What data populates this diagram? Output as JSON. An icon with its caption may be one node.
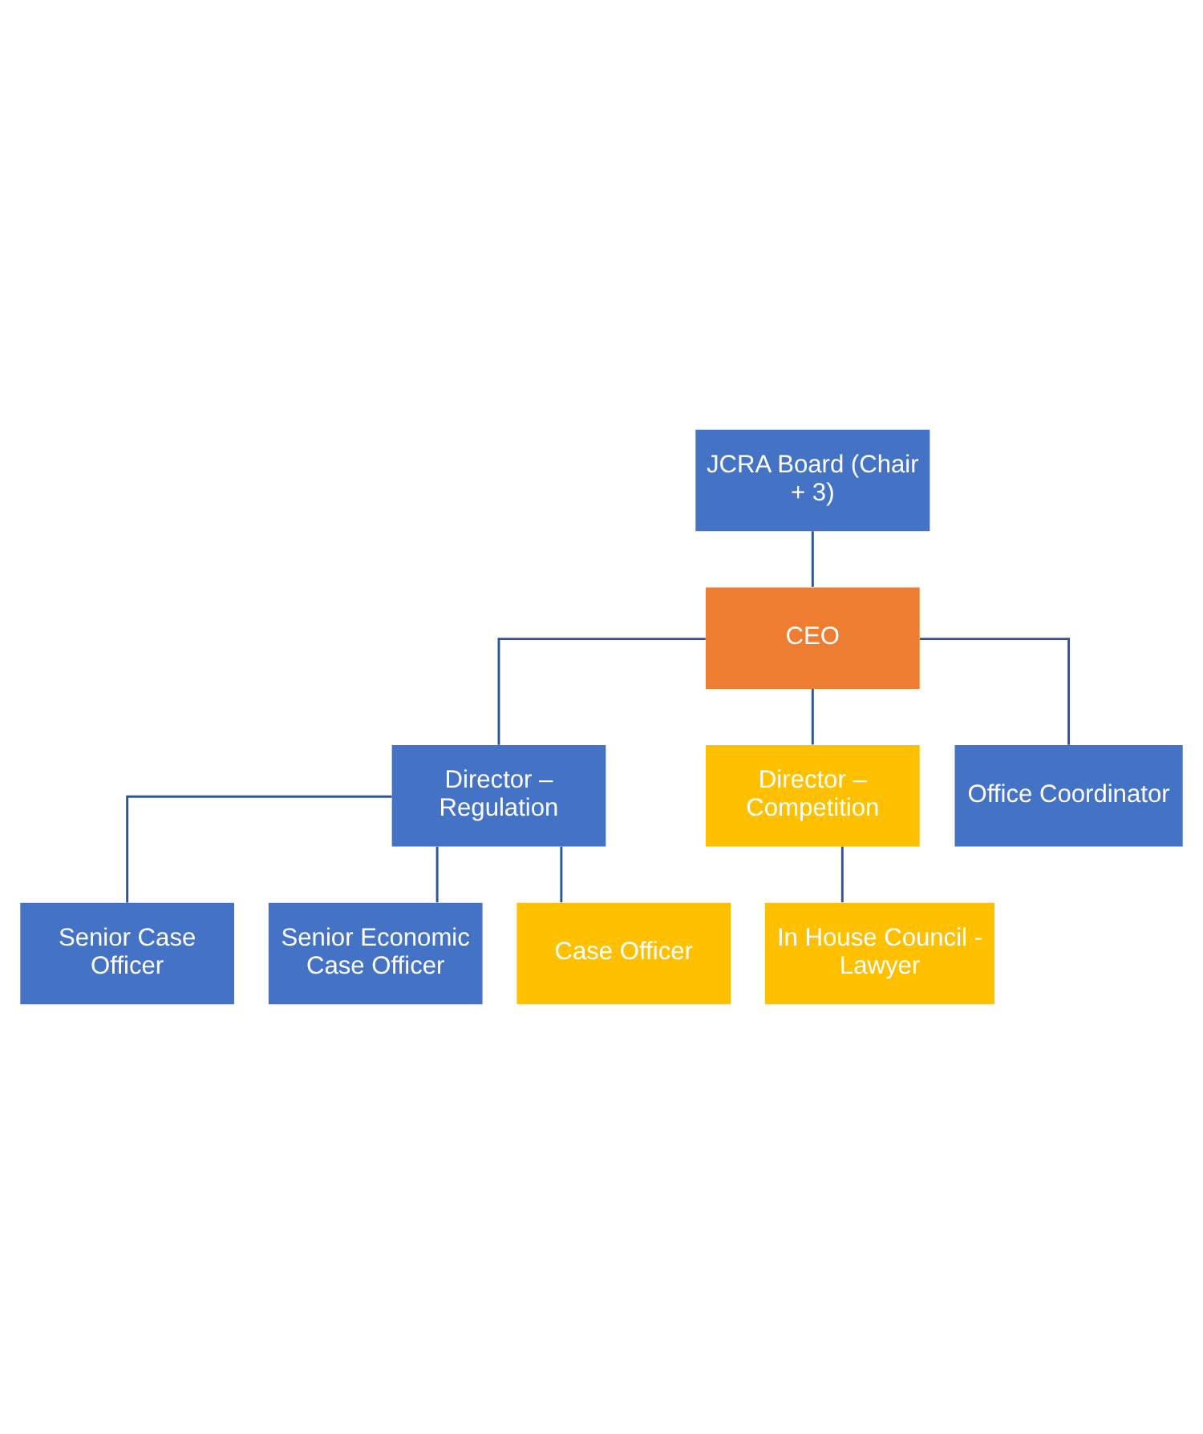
{
  "diagram": {
    "nodes": [
      {
        "text": [
          "JCRA Board (Chair + 3)"
        ]
      },
      {
        "text": [
          "CEO"
        ]
      },
      {
        "text": [
          "Director – Regulation"
        ]
      },
      {
        "text": [
          "Director – Competition"
        ]
      },
      {
        "text": [
          "Office Coordinator"
        ]
      },
      {
        "text": [
          "Senior Case Officer"
        ]
      },
      {
        "text": [
          "Senior Economic Case Officer"
        ]
      },
      {
        "text": [
          "Case Officer"
        ]
      },
      {
        "text": [
          "In House Council - Lawyer"
        ]
      }
    ],
    "edges": [
      {
        "from": 0,
        "to": 1,
        "arrow": "none"
      },
      {
        "from": 1,
        "to": 2,
        "arrow": "none"
      },
      {
        "from": 1,
        "to": 3,
        "arrow": "none"
      },
      {
        "from": 1,
        "to": 4,
        "arrow": "none"
      },
      {
        "from": 2,
        "to": 5,
        "arrow": "none"
      },
      {
        "from": 2,
        "to": 6,
        "arrow": "none"
      },
      {
        "from": 2,
        "to": 7,
        "arrow": "none"
      },
      {
        "from": 3,
        "to": 8,
        "arrow": "none"
      }
    ]
  }
}
